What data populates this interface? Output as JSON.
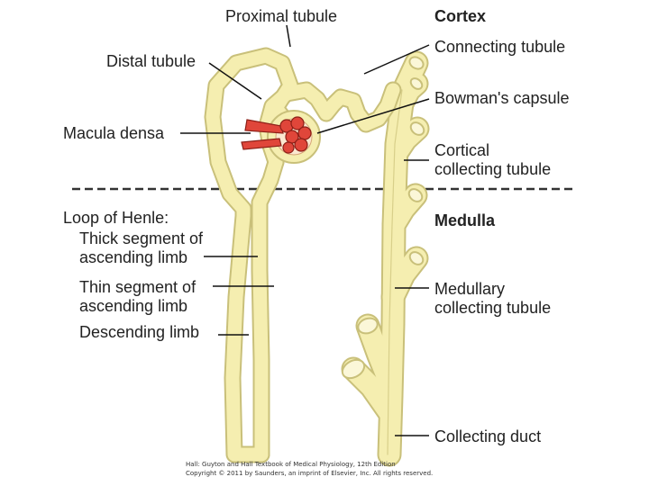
{
  "labels": {
    "proximal_tubule": "Proximal tubule",
    "cortex": "Cortex",
    "distal_tubule": "Distal tubule",
    "connecting_tubule": "Connecting tubule",
    "bowmans_capsule": "Bowman's capsule",
    "macula_densa": "Macula densa",
    "cortical_collecting_tubule_1": "Cortical",
    "cortical_collecting_tubule_2": "collecting tubule",
    "loop_of_henle": "Loop of Henle:",
    "medulla": "Medulla",
    "thick_segment_1": "Thick segment of",
    "thick_segment_2": "ascending limb",
    "thin_segment_1": "Thin segment of",
    "thin_segment_2": "ascending limb",
    "descending_limb": "Descending limb",
    "medullary_collecting_tubule_1": "Medullary",
    "medullary_collecting_tubule_2": "collecting tubule",
    "collecting_duct": "Collecting duct"
  },
  "credit": {
    "line1": "Hall: Guyton and Hall Textbook of Medical Physiology, 12th Edition",
    "line2": "Copyright © 2011 by Saunders, an imprint of Elsevier, Inc. All rights reserved."
  },
  "colors": {
    "tubule_fill": "#f5eeb0",
    "tubule_edge": "#c9c07a",
    "vessel": "#e0463a",
    "leader": "#111111"
  }
}
